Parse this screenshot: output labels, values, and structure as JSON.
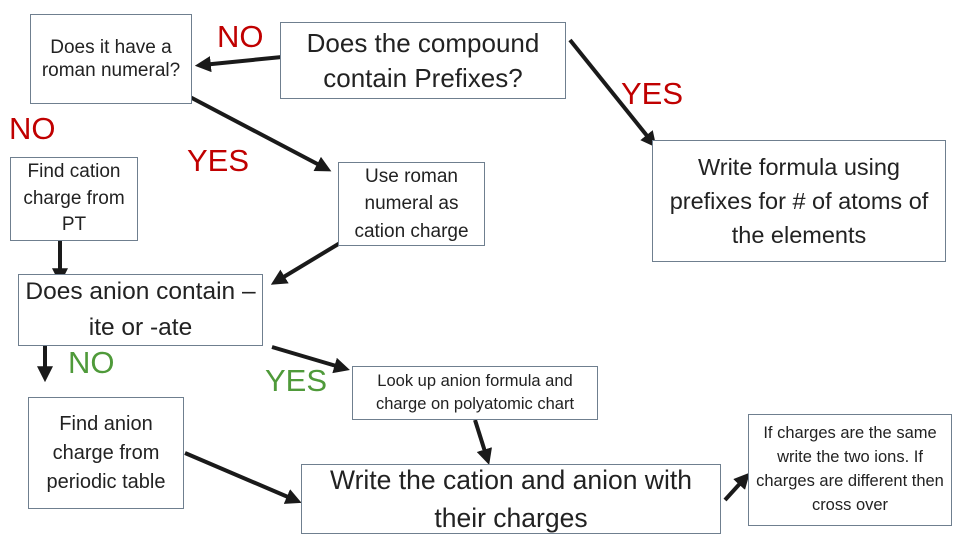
{
  "nodes": {
    "roman_q": "Does it have a roman numeral?",
    "prefix_q": "Does the compound contain Prefixes?",
    "cation_pt": "Find cation charge from PT",
    "use_roman": "Use roman numeral as cation charge",
    "formula_prefix": "Write formula using prefixes for # of atoms of the elements",
    "anion_q": "Does anion contain –ite or -ate",
    "lookup_anion": "Look up anion formula and charge on polyatomic chart",
    "anion_pt": "Find anion charge from periodic table",
    "write_ions": "Write the cation and anion with their charges",
    "cross_over": "If charges are the same write the two ions. If charges are different then cross over"
  },
  "labels": {
    "no_top": "NO",
    "yes_right": "YES",
    "no_left": "NO",
    "yes_mid": "YES",
    "no_anion": "NO",
    "yes_anion": "YES"
  },
  "colors": {
    "no_top": "#c00000",
    "yes_right": "#c00000",
    "no_left": "#c00000",
    "yes_mid": "#c00000",
    "no_anion": "#4f9a3a",
    "yes_anion": "#4f9a3a",
    "arrow": "#1a1a1a",
    "border": "#6f7f8f"
  }
}
